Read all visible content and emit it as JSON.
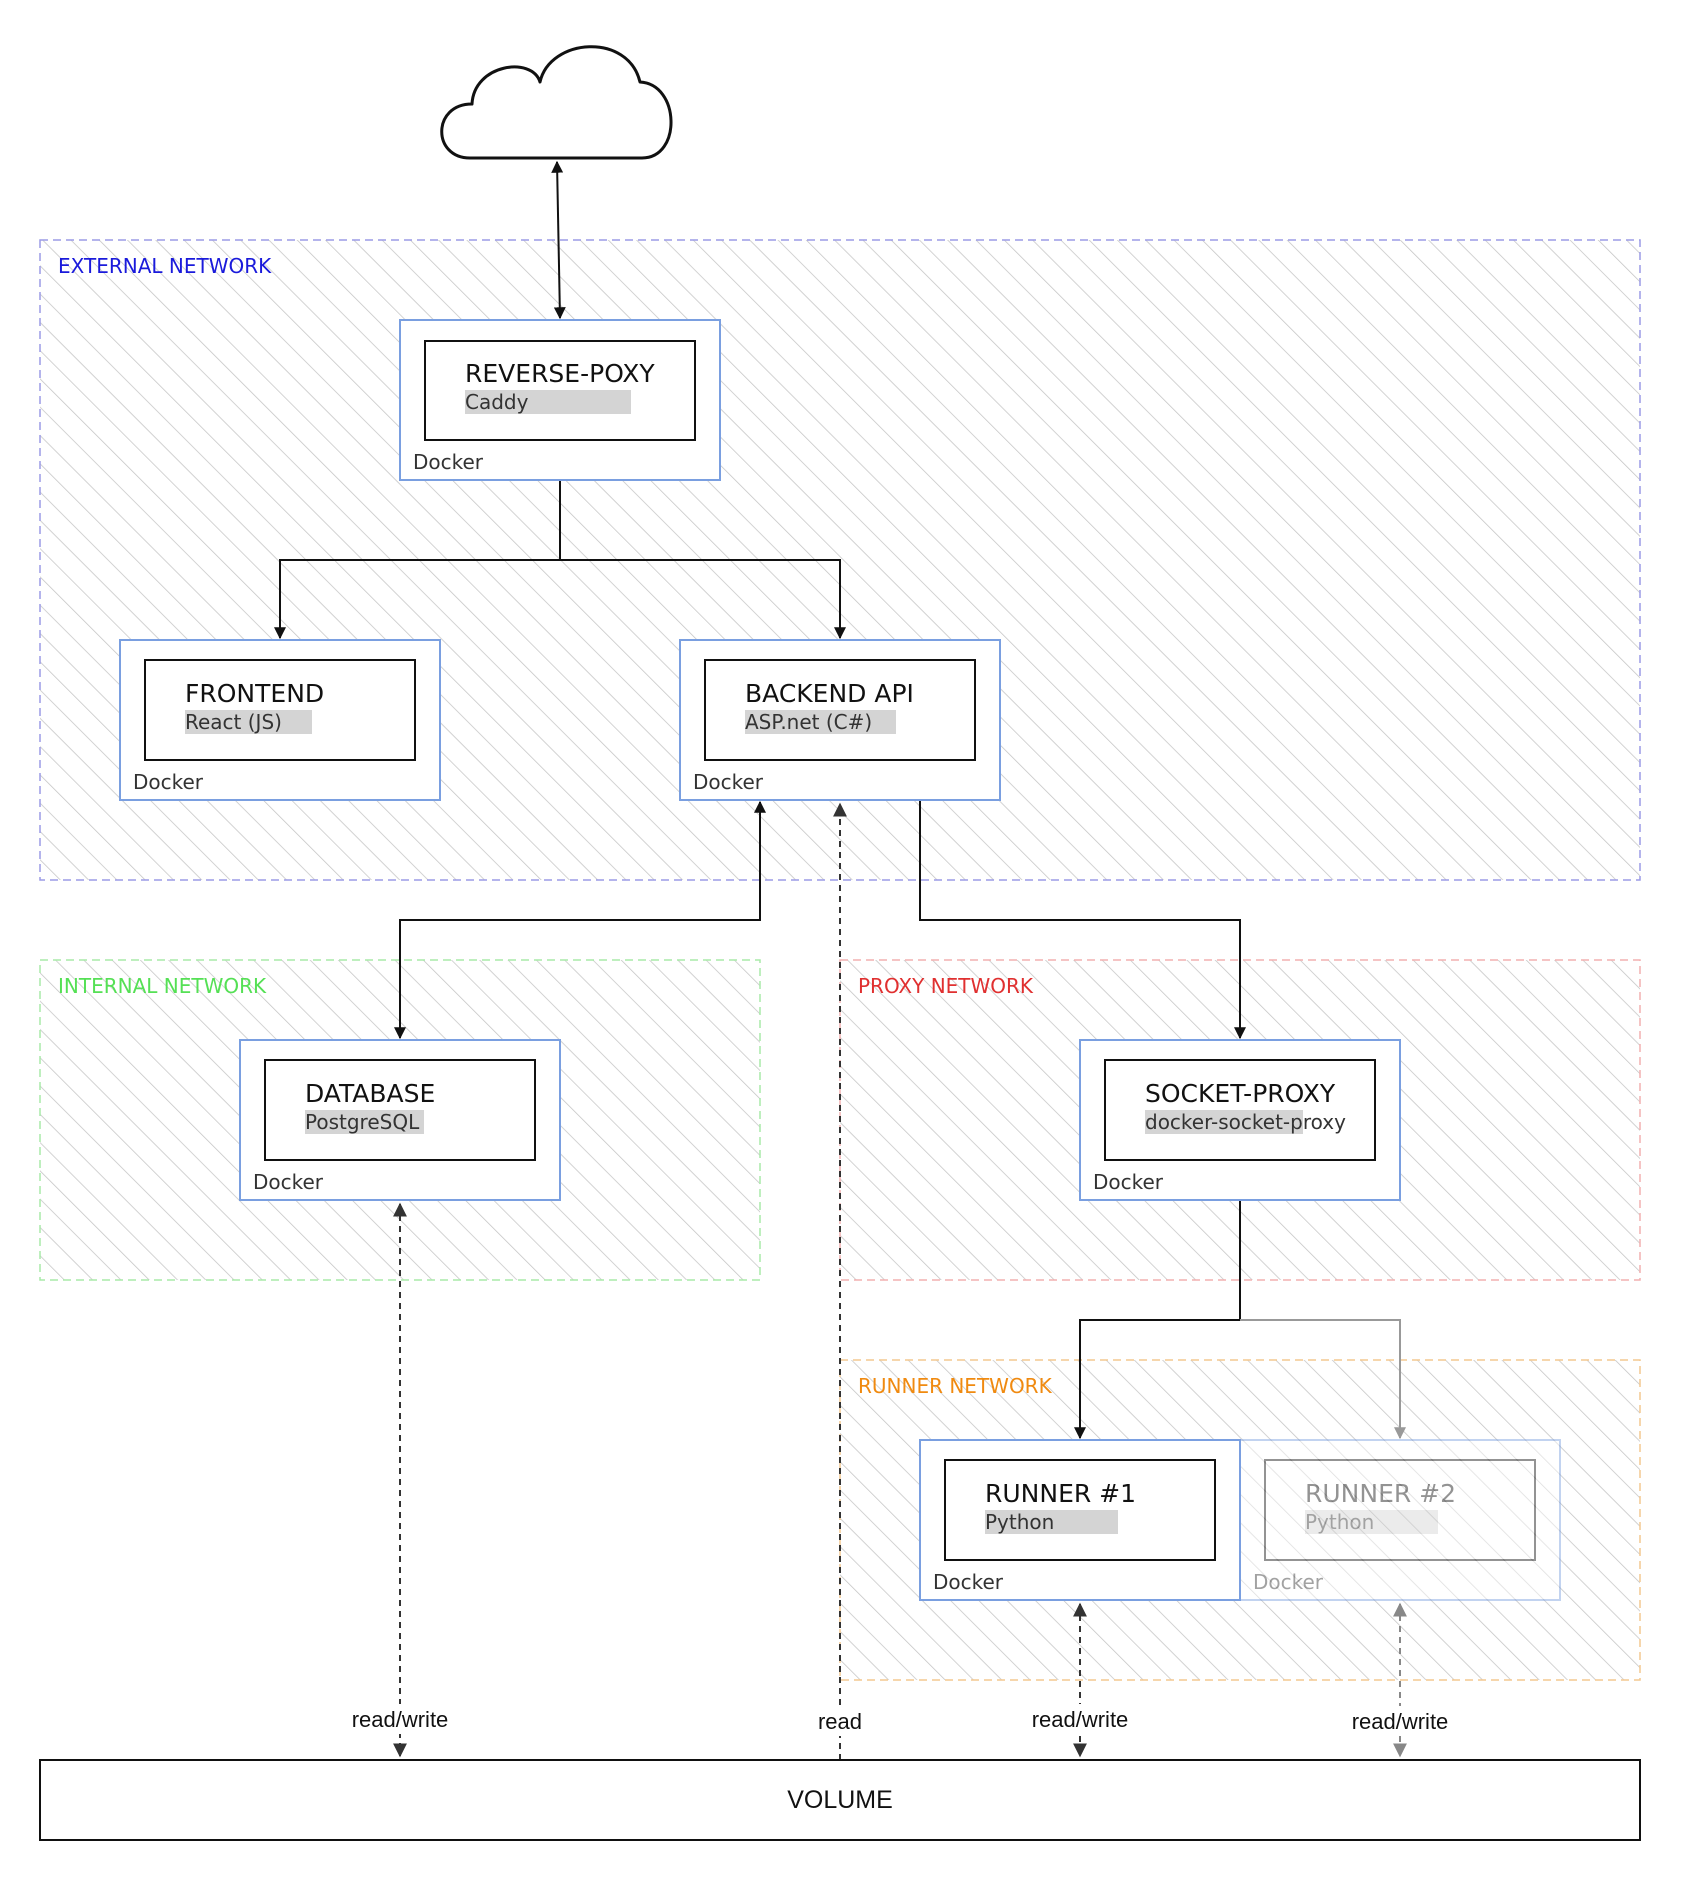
{
  "networks": {
    "external": {
      "label": "EXTERNAL NETWORK",
      "color": "#1a1adb",
      "border": "#9c9ce6"
    },
    "internal": {
      "label": "INTERNAL NETWORK",
      "color": "#55e055",
      "border": "#a8eaa8"
    },
    "proxy": {
      "label": "PROXY NETWORK",
      "color": "#e03030",
      "border": "#f2b0b0"
    },
    "runner": {
      "label": "RUNNER NETWORK",
      "color": "#f08a10",
      "border": "#f4c890"
    }
  },
  "services": {
    "reverse_proxy": {
      "title": "REVERSE-POXY",
      "tech": "Caddy",
      "host": "Docker"
    },
    "frontend": {
      "title": "FRONTEND",
      "tech": "React (JS)",
      "host": "Docker"
    },
    "backend": {
      "title": "BACKEND API",
      "tech": "ASP.net (C#)",
      "host": "Docker"
    },
    "database": {
      "title": "DATABASE",
      "tech": "PostgreSQL",
      "host": "Docker"
    },
    "socket_proxy": {
      "title": "SOCKET-PROXY",
      "tech": "docker-socket-proxy",
      "host": "Docker"
    },
    "runner1": {
      "title": "RUNNER #1",
      "tech": "Python",
      "host": "Docker"
    },
    "runner2": {
      "title": "RUNNER #2",
      "tech": "Python",
      "host": "Docker"
    }
  },
  "edges": {
    "database_volume": "read/write",
    "backend_volume": "read",
    "runner1_volume": "read/write",
    "runner2_volume": "read/write"
  },
  "volume": {
    "label": "VOLUME"
  },
  "icons": {
    "internet": "cloud-icon"
  },
  "colors": {
    "service_border": "#7a9fe0",
    "tech_highlight": "#d4d4d4",
    "hatch": "#c4c4c4"
  }
}
